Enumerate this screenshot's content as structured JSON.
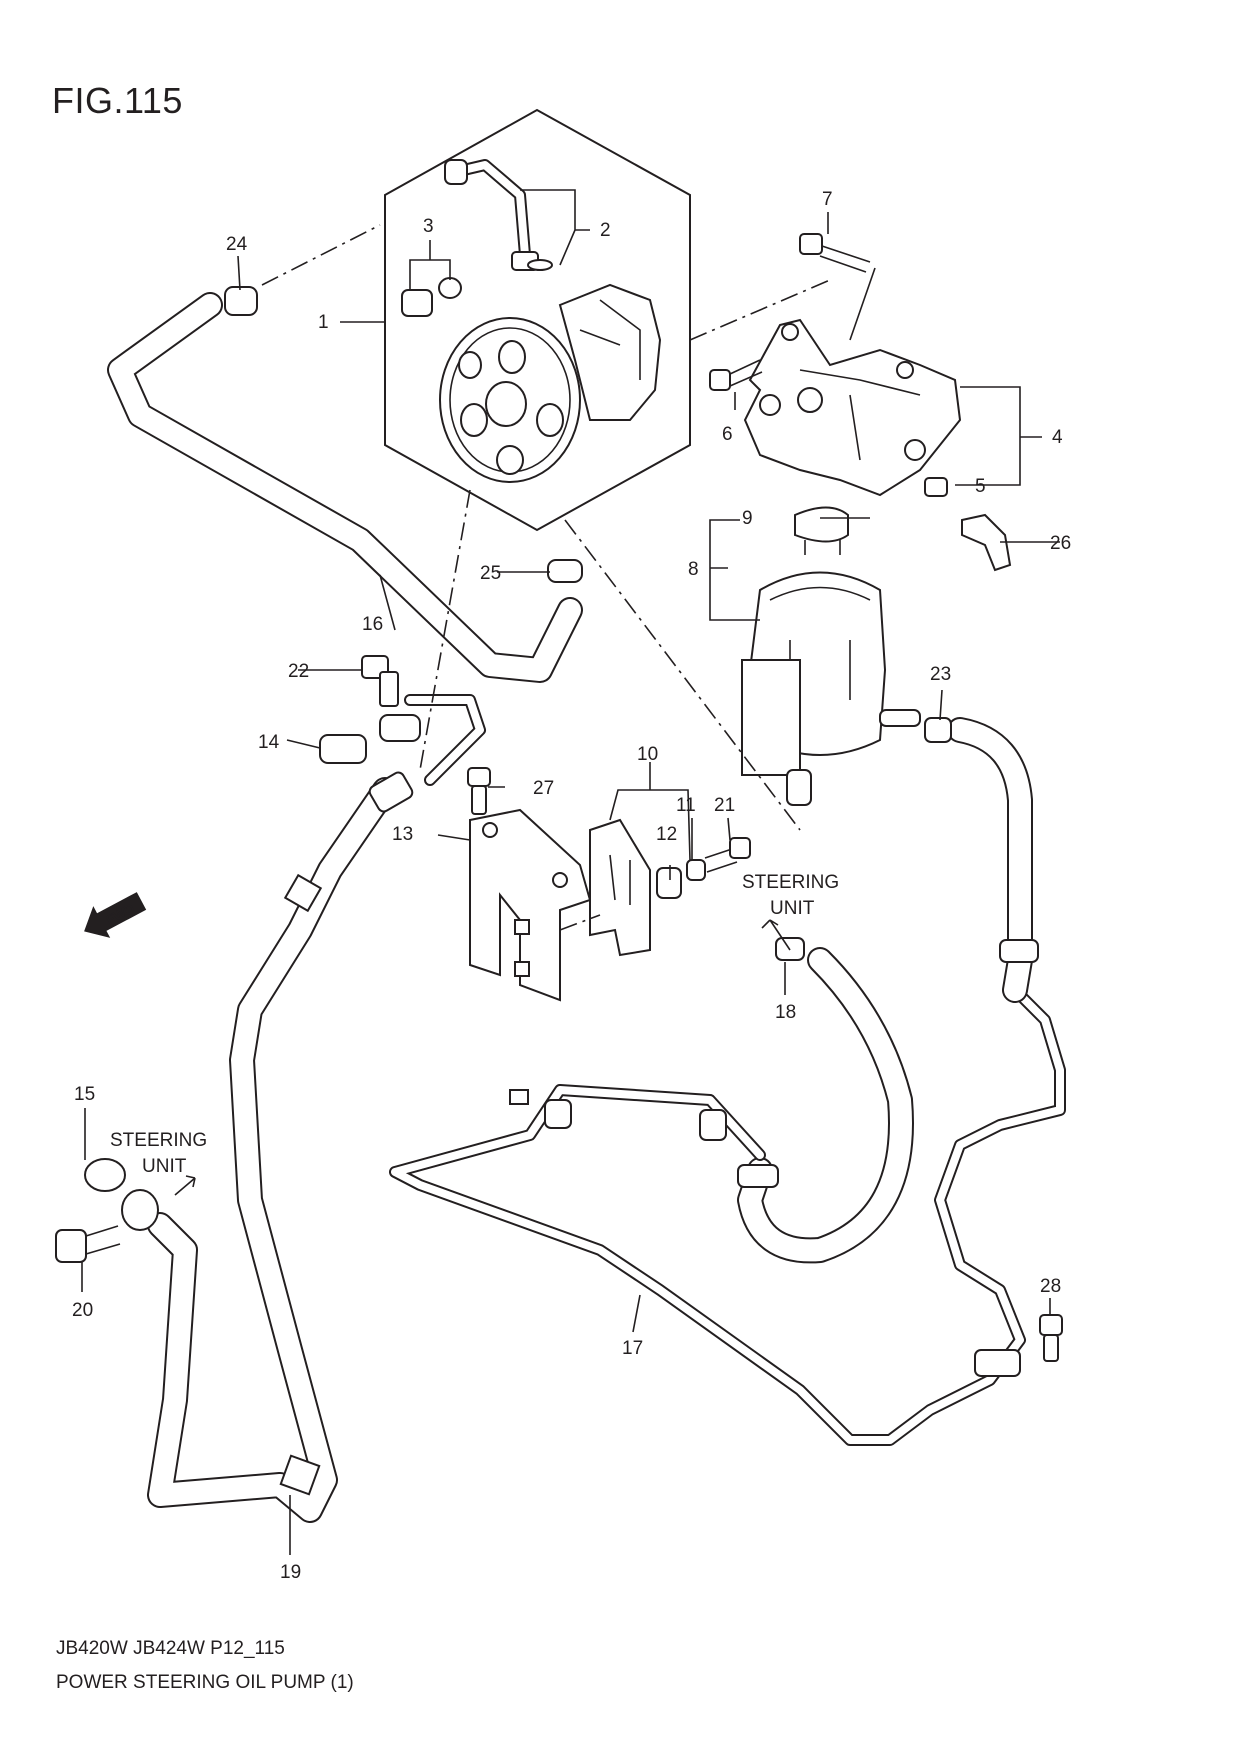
{
  "figure": {
    "title": "FIG.115",
    "footer_code": "JB420W JB424W P12_115",
    "caption": "POWER STEERING OIL PUMP (1)"
  },
  "callouts": [
    "1",
    "2",
    "3",
    "4",
    "5",
    "6",
    "7",
    "8",
    "9",
    "10",
    "11",
    "12",
    "13",
    "14",
    "15",
    "16",
    "17",
    "18",
    "19",
    "20",
    "21",
    "22",
    "23",
    "24",
    "25",
    "26",
    "27",
    "28"
  ],
  "notes": {
    "steering_unit_right": [
      "STEERING",
      "UNIT"
    ],
    "steering_unit_left": [
      "STEERING",
      "UNIT"
    ],
    "fwd": "FWD"
  }
}
